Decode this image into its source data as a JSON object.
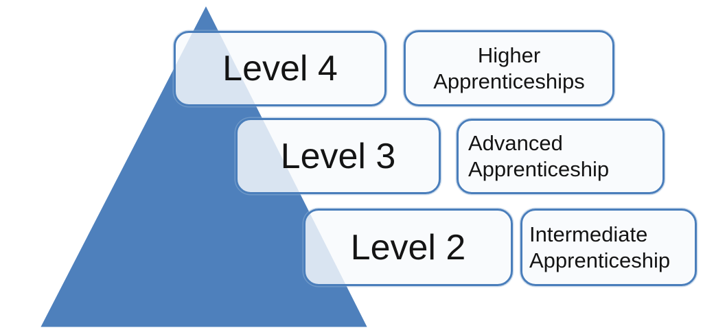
{
  "pyramid": {
    "description": "Apprenticeship levels pyramid diagram",
    "colors": {
      "triangle_fill": "#4e80bc",
      "triangle_outline": "#ffffff",
      "box_border": "#4a7ebb",
      "box_fill": "#f8fafd",
      "text": "#141414"
    },
    "rows": [
      {
        "level": "Level 4",
        "desc_line1": "Higher",
        "desc_line2": "Apprenticeships"
      },
      {
        "level": "Level 3",
        "desc_line1": "Advanced",
        "desc_line2": "Apprenticeship"
      },
      {
        "level": "Level 2",
        "desc_line1": "Intermediate",
        "desc_line2": "Apprenticeship"
      }
    ]
  }
}
